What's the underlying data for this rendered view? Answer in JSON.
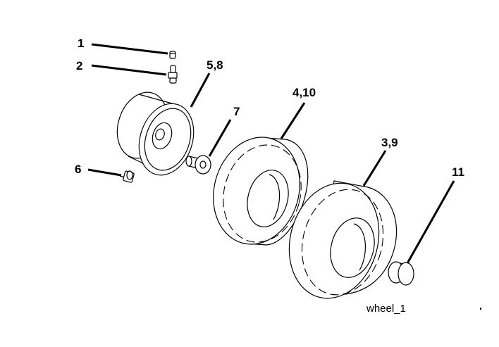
{
  "diagram": {
    "callouts": {
      "c1": "1",
      "c2": "2",
      "c58": "5,8",
      "c7": "7",
      "c410": "4,10",
      "c39": "3,9",
      "c6": "6",
      "c11": "11"
    },
    "caption": "wheel_1"
  }
}
